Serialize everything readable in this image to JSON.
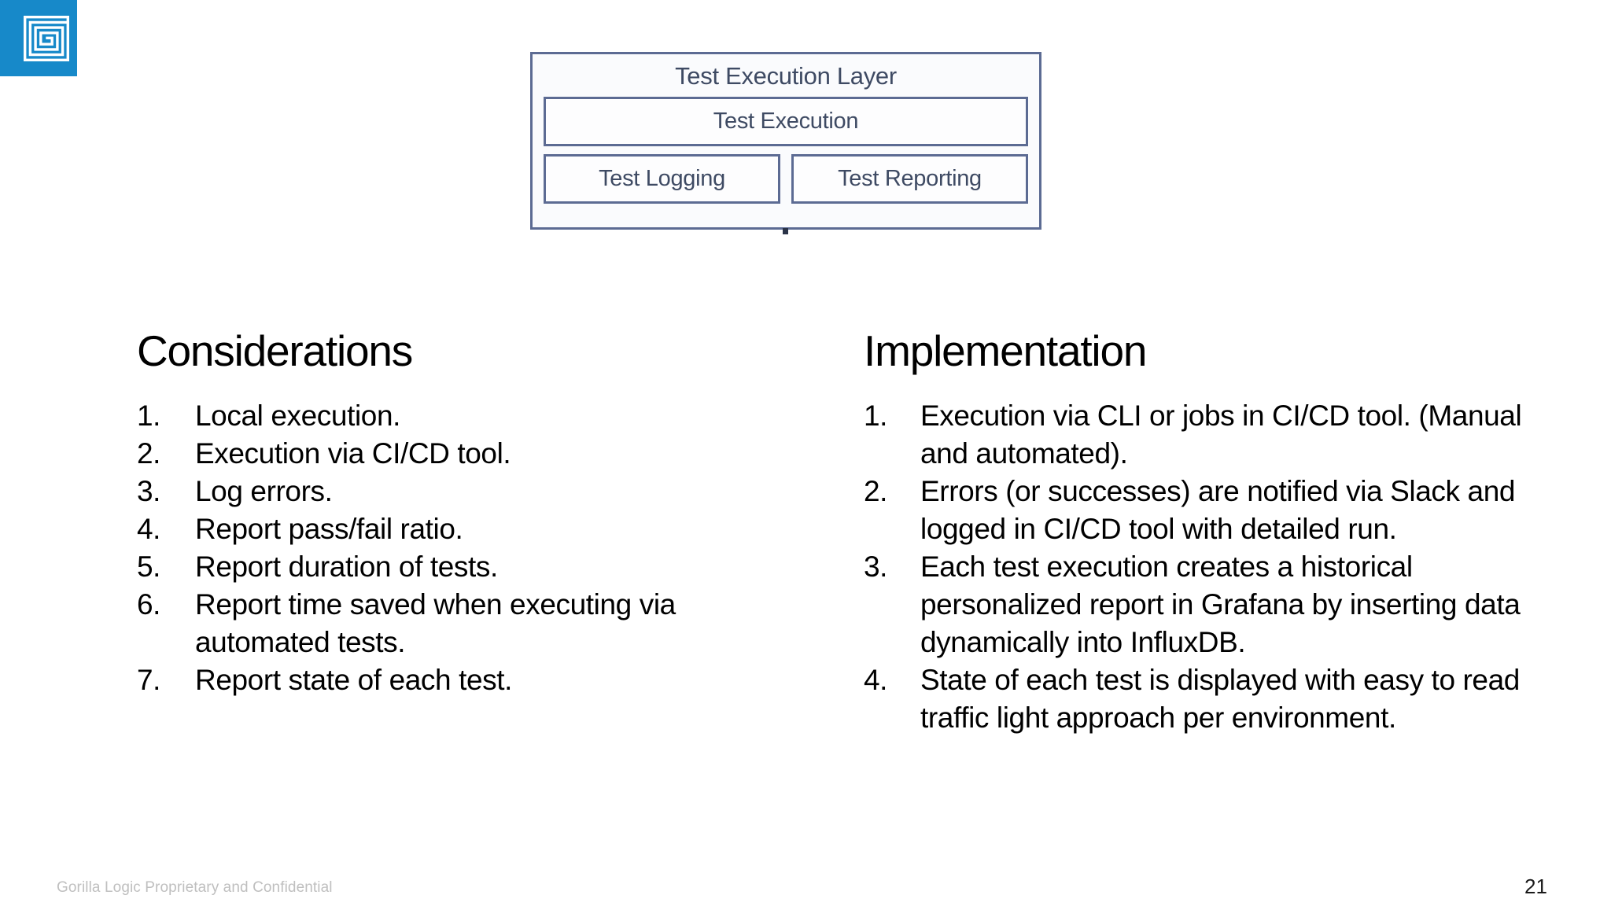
{
  "brand": {
    "logo_icon": "gorilla-logic-g-spiral-logo",
    "logo_background_color": "#1789C9",
    "logo_foreground_color": "#FFFFFF"
  },
  "diagram": {
    "title": "Test Execution Layer",
    "border_color": "#5C6B93",
    "text_color": "#3E4A63",
    "boxes": [
      {
        "label": "Test Execution"
      },
      {
        "label": "Test Logging"
      },
      {
        "label": "Test Reporting"
      }
    ]
  },
  "columns": [
    {
      "heading": "Considerations",
      "items": [
        {
          "num": "1.",
          "text": "Local execution."
        },
        {
          "num": "2.",
          "text": "Execution via CI/CD tool."
        },
        {
          "num": "3.",
          "text": "Log errors."
        },
        {
          "num": "4.",
          "text": "Report pass/fail ratio."
        },
        {
          "num": "5.",
          "text": "Report duration of tests."
        },
        {
          "num": "6.",
          "text": "Report time saved when executing via automated tests."
        },
        {
          "num": "7.",
          "text": "Report state of each test."
        }
      ]
    },
    {
      "heading": "Implementation",
      "items": [
        {
          "num": "1.",
          "text": "Execution via CLI or jobs in CI/CD tool. (Manual and automated)."
        },
        {
          "num": "2.",
          "text": "Errors (or successes) are notified via Slack and logged in CI/CD tool with detailed run."
        },
        {
          "num": "3.",
          "text": "Each test execution creates a historical personalized report in Grafana by inserting data dynamically into InfluxDB."
        },
        {
          "num": "4.",
          "text": "State of each test is displayed with easy to read traffic light approach per environment."
        }
      ]
    }
  ],
  "footer": {
    "confidential_notice": "Gorilla Logic Proprietary and Confidential",
    "page_number": "21"
  }
}
